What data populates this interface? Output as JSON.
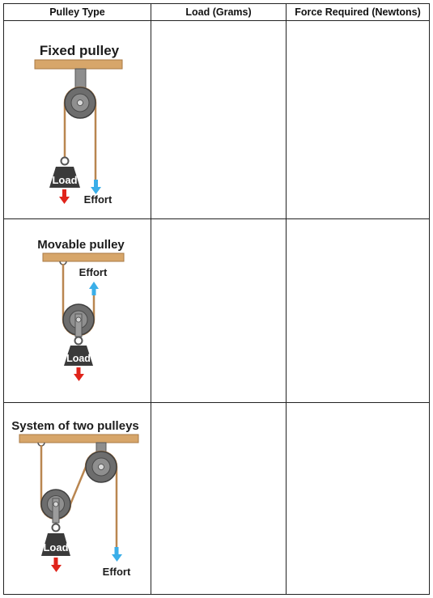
{
  "table": {
    "headers": [
      "Pulley Type",
      "Load (Grams)",
      "Force Required (Newtons)"
    ],
    "rows": [
      {
        "title": "Fixed pulley",
        "load_label": "Load",
        "effort_label": "Effort",
        "load_grams": "",
        "force_newtons": ""
      },
      {
        "title": "Movable pulley",
        "load_label": "Load",
        "effort_label": "Effort",
        "load_grams": "",
        "force_newtons": ""
      },
      {
        "title": "System of two pulleys",
        "load_label": "Load",
        "effort_label": "Effort",
        "load_grams": "",
        "force_newtons": ""
      }
    ]
  },
  "colors": {
    "beam": "#d7a66a",
    "rope": "#b98650",
    "pulley": "#6d6d6d",
    "weight": "#3a3a3a",
    "load_arrow": "#e0241b",
    "effort_arrow": "#3aaee8"
  },
  "icons": [
    "pulley-icon",
    "weight-icon",
    "down-arrow-icon",
    "up-arrow-icon"
  ]
}
